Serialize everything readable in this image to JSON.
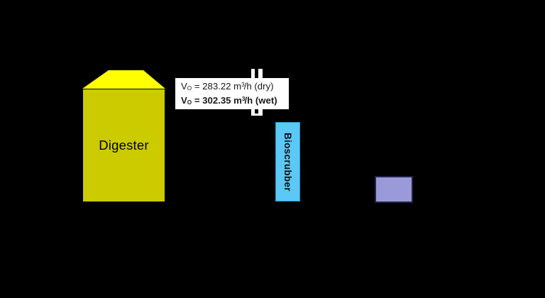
{
  "colors": {
    "background": "#000000",
    "digester_roof": "#FFFF00",
    "digester_body": "#CBCB00",
    "info_box_bg": "#FFFFFF",
    "bioscrubber_fill": "#5BC8F5",
    "purple_box_fill": "#9A9AD8"
  },
  "diagram": {
    "digester": {
      "label": "Digester"
    },
    "flow_info": {
      "line1": {
        "var": "V",
        "sub": "O",
        "mid": " = 283.22 m",
        "sup": "3",
        "tail": "/h (dry)"
      },
      "line2": {
        "var": "V",
        "sub": "O",
        "mid": " = 302.35 m",
        "sup": "3",
        "tail": "/h (wet)"
      }
    },
    "bioscrubber": {
      "label": "Bioscrubber"
    }
  }
}
